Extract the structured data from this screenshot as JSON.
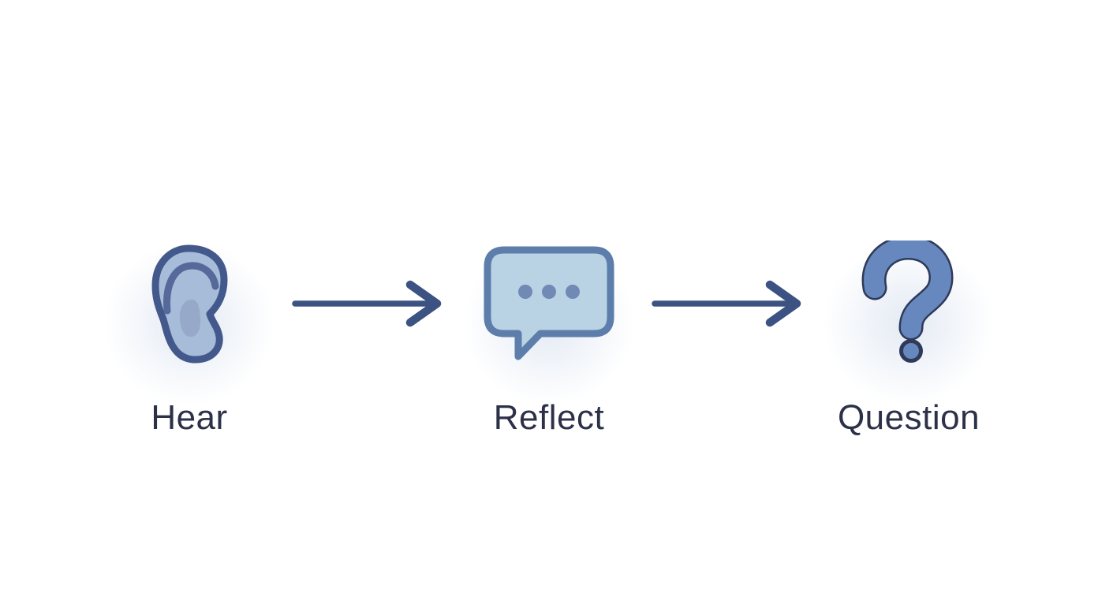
{
  "diagram": {
    "type": "process-flow",
    "background": "#ffffff",
    "steps": [
      {
        "label": "Hear",
        "icon": "ear-icon"
      },
      {
        "label": "Reflect",
        "icon": "speech-bubble-icon"
      },
      {
        "label": "Question",
        "icon": "question-mark-icon"
      }
    ],
    "connectors": [
      {
        "type": "arrow-right",
        "from": "Hear",
        "to": "Reflect"
      },
      {
        "type": "arrow-right",
        "from": "Reflect",
        "to": "Question"
      }
    ]
  },
  "colors": {
    "label_text": "#2c3148",
    "arrow": "#3c5282",
    "ear_fill": "#a6bcd9",
    "ear_outline": "#44598b",
    "ear_inner": "#56699a",
    "ear_canal": "#97a9c8",
    "bubble_fill": "#b9d3e4",
    "bubble_outline": "#5d7dab",
    "bubble_dots": "#7089b5",
    "question_fill": "#6787bf",
    "question_outline": "#2e3a58",
    "halo": "#e3eaf4"
  }
}
